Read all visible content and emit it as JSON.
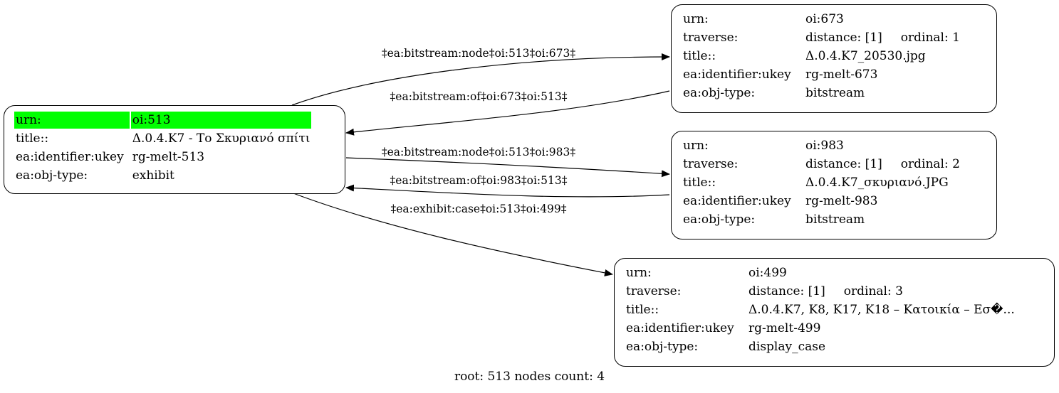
{
  "root": {
    "rows": [
      {
        "key": "urn:",
        "value": "oi:513"
      },
      {
        "key": "title::",
        "value": "Δ.0.4.Κ7 - Το Σκυριανό σπίτι"
      },
      {
        "key": "ea:identifier:ukey",
        "value": "rg-melt-513"
      },
      {
        "key": "ea:obj-type:",
        "value": "exhibit"
      }
    ],
    "highlight_color": "#00ff00"
  },
  "nodes": [
    {
      "urn_key": "urn:",
      "urn": "oi:673",
      "traverse_key": "traverse:",
      "distance": "distance: [1]",
      "ordinal": "ordinal: 1",
      "title_key": "title::",
      "title": "Δ.0.4.Κ7_20530.jpg",
      "ukey_key": "ea:identifier:ukey",
      "ukey": "rg-melt-673",
      "type_key": "ea:obj-type:",
      "type": "bitstream"
    },
    {
      "urn_key": "urn:",
      "urn": "oi:983",
      "traverse_key": "traverse:",
      "distance": "distance: [1]",
      "ordinal": "ordinal: 2",
      "title_key": "title::",
      "title": "Δ.0.4.Κ7_σκυριανό.JPG",
      "ukey_key": "ea:identifier:ukey",
      "ukey": "rg-melt-983",
      "type_key": "ea:obj-type:",
      "type": "bitstream"
    },
    {
      "urn_key": "urn:",
      "urn": "oi:499",
      "traverse_key": "traverse:",
      "distance": "distance: [1]",
      "ordinal": "ordinal: 3",
      "title_key": "title::",
      "title": "Δ.0.4.Κ7, Κ8, Κ17, Κ18 – Κατοικία – Εσ�...",
      "ukey_key": "ea:identifier:ukey",
      "ukey": "rg-melt-499",
      "type_key": "ea:obj-type:",
      "type": "display_case"
    }
  ],
  "edges": [
    {
      "label": "‡ea:bitstream:node‡oi:513‡oi:673‡"
    },
    {
      "label": "‡ea:bitstream:of‡oi:673‡oi:513‡"
    },
    {
      "label": "‡ea:bitstream:node‡oi:513‡oi:983‡"
    },
    {
      "label": "‡ea:bitstream:of‡oi:983‡oi:513‡"
    },
    {
      "label": "‡ea:exhibit:case‡oi:513‡oi:499‡"
    }
  ],
  "footer": "root: 513 nodes count: 4"
}
